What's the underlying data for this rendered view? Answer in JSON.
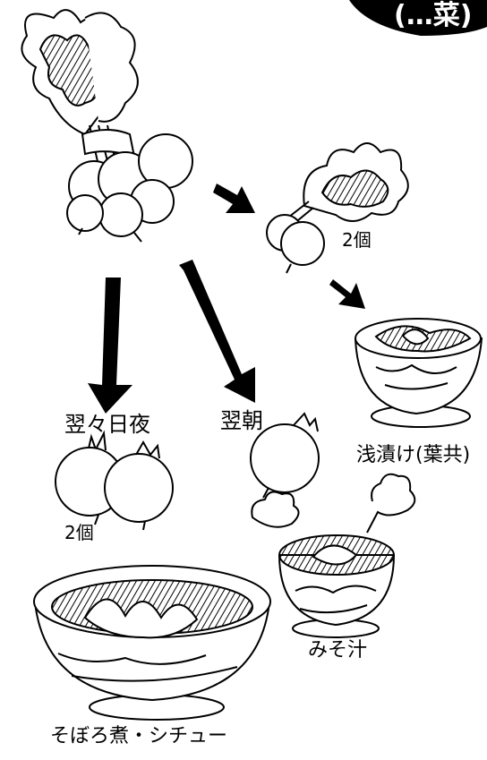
{
  "corner_badge": {
    "text": "(…菜)",
    "color": "#000000"
  },
  "labels": {
    "count_top": "2個",
    "next_morning": "翌朝",
    "day_after_night": "翌々日夜",
    "count_bottom": "2個",
    "pickles": "浅漬け(葉共)",
    "miso_soup": "みそ汁",
    "stew": "そぼろ煮・シチュー"
  },
  "icons": [
    "turnip-bunch-icon",
    "single-turnip-with-leaves-icon",
    "arrow-icon",
    "bowl-icon",
    "steam-icon"
  ]
}
